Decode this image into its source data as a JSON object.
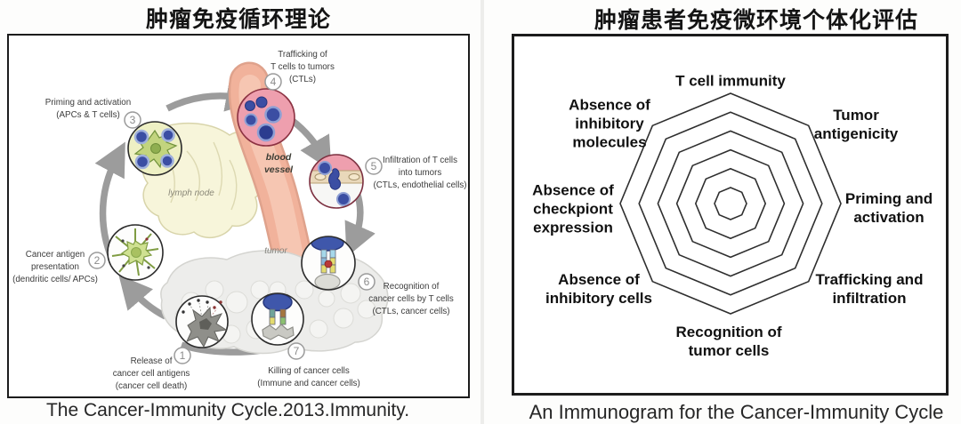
{
  "left_panel": {
    "title": "肿瘤免疫循环理论",
    "caption": "The Cancer-Immunity Cycle.2013.Immunity.",
    "anatomy": {
      "lymph_node": "lymph node",
      "blood_vessel": [
        "blood",
        "vessel"
      ],
      "tumor": "tumor"
    },
    "steps": [
      {
        "num": "1",
        "lines": [
          "Release of",
          "cancer cell antigens",
          "(cancer cell death)"
        ]
      },
      {
        "num": "2",
        "lines": [
          "Cancer antigen",
          "presentation",
          "(dendritic cells/ APCs)"
        ]
      },
      {
        "num": "3",
        "lines": [
          "Priming and activation",
          "(APCs & T cells)"
        ]
      },
      {
        "num": "4",
        "lines": [
          "Trafficking of",
          "T cells to tumors",
          "(CTLs)"
        ]
      },
      {
        "num": "5",
        "lines": [
          "Infiltration of T cells",
          "into tumors",
          "(CTLs, endothelial cells)"
        ]
      },
      {
        "num": "6",
        "lines": [
          "Recognition of",
          "cancer cells by T cells",
          "(CTLs, cancer cells)"
        ]
      },
      {
        "num": "7",
        "lines": [
          "Killing of cancer cells",
          "(Immune and cancer cells)"
        ]
      }
    ]
  },
  "right_panel": {
    "title": "肿瘤患者免疫微环境个体化评估",
    "caption": "An Immunogram for the Cancer-Immunity Cycle",
    "chart": {
      "type": "radar",
      "levels": 6,
      "grid_shape": "octagon",
      "series": [],
      "axes": [
        {
          "id": "t-cell-immunity",
          "lines": [
            "T cell immunity"
          ]
        },
        {
          "id": "tumor-antigenicity",
          "lines": [
            "Tumor",
            "antigenicity"
          ]
        },
        {
          "id": "priming-and-activation",
          "lines": [
            "Priming and",
            "activation"
          ]
        },
        {
          "id": "trafficking-and-infiltration",
          "lines": [
            "Trafficking and",
            "infiltration"
          ]
        },
        {
          "id": "recognition-of-tumor-cells",
          "lines": [
            "Recognition of",
            "tumor cells"
          ]
        },
        {
          "id": "absence-of-inhibitory-cells",
          "lines": [
            "Absence of",
            "inhibitory cells"
          ]
        },
        {
          "id": "absence-of-checkpoint-expression",
          "lines": [
            "Absence of",
            "checkpiont",
            "expression"
          ]
        },
        {
          "id": "absence-of-inhibitory-molecules",
          "lines": [
            "Absence of",
            "inhibitory",
            "molecules"
          ]
        }
      ]
    }
  },
  "colors": {
    "arrow_gray": "#9c9c9c",
    "t_cell_blue": "#3b4ea3",
    "vessel_salmon": "#f1b29b",
    "step4_pink": "#ee9fae",
    "lymph_node_yellow": "#f7f5da",
    "dendritic_green": "#c2d47e",
    "tumor_gray": "#ededeb",
    "ring_stroke": "#2e2e2e"
  }
}
